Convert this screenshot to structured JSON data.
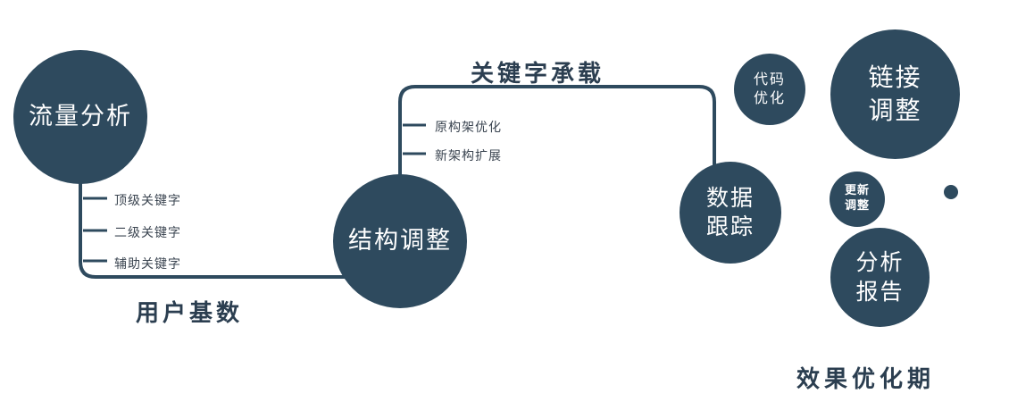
{
  "palette": {
    "node_fill": "#2e4a5e",
    "line_color": "#2e4a5e",
    "label_color": "#2b3e50",
    "node_text": "#ffffff"
  },
  "nodes": {
    "traffic": {
      "label": "流量分析"
    },
    "structure": {
      "label": "结构调整"
    },
    "tracking": {
      "label": "数据\n跟踪"
    },
    "code": {
      "label": "代码\n优化"
    },
    "link": {
      "label": "链接\n调整"
    },
    "update": {
      "label": "更新\n调整"
    },
    "report": {
      "label": "分析\n报告"
    }
  },
  "edges": {
    "keyword_carry": "关键字承载",
    "user_base": "用户基数"
  },
  "branches": {
    "left": [
      "顶级关键字",
      "二级关键字",
      "辅助关键字"
    ],
    "middle": [
      "原构架优化",
      "新架构扩展"
    ]
  },
  "footer": "效果优化期"
}
